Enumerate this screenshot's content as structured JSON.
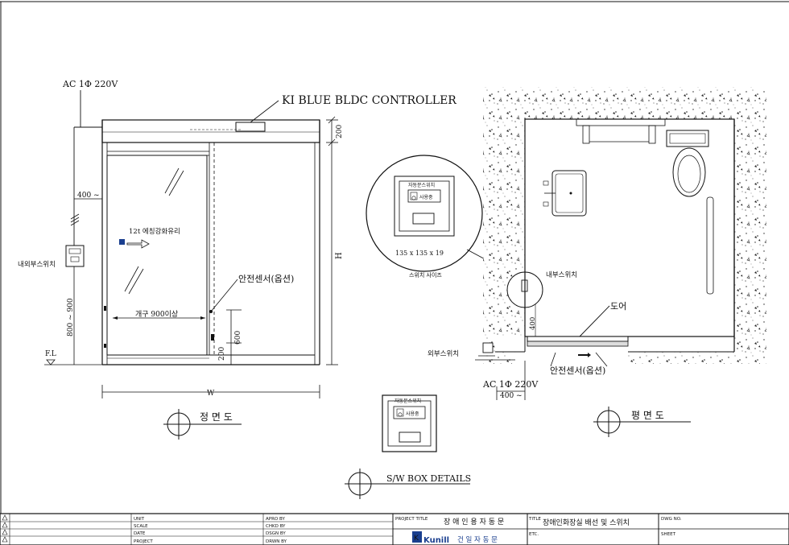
{
  "front": {
    "power_label": "AC 1Φ 220V",
    "controller_label": "KI BLUE BLDC CONTROLLER",
    "dim_top": "200",
    "dim_height": "H",
    "dim_side": "400 ~",
    "glass_label": "12t 에칭강화유리",
    "opening_label": "개구 900이상",
    "safety_sensor_label": "안전센서(옵션)",
    "dim_600": "600",
    "dim_200": "200",
    "dim_800_900": "800 ~ 900",
    "floor_label": "F.L",
    "width_label": "W",
    "external_switch_label": "내외부스위치",
    "view_title": "정 면 도"
  },
  "switch_detail": {
    "switch_title": "자동문스위치",
    "in_use_label": "사용중",
    "size_label": "135 x 135 x 19",
    "caption": "스위치 사이즈"
  },
  "plan": {
    "internal_switch_label": "내부스위치",
    "door_label": "도어",
    "dim_400_vertical": "400",
    "external_switch_label": "외부스위치",
    "safety_sensor_label": "안전센서(옵션)",
    "power_label": "AC 1Φ 220V",
    "dim_400": "400 ~",
    "view_title": "평 면 도"
  },
  "box_detail": {
    "switch_title": "자동문스위치",
    "in_use_label": "사용중",
    "view_title": "S/W BOX DETAILS"
  },
  "title_block": {
    "unit": "UNIT",
    "scale": "SCALE",
    "date": "DATE",
    "project": "PROJECT",
    "apro_by": "APRO BY",
    "chkd_by": "CHKD BY",
    "dsgn_by": "DSGN BY",
    "drwn_by": "DRWN BY",
    "project_title_label": "PROJECT TITLE",
    "project_title": "장 애 인 용 자 동 문",
    "title_label": "TITLE",
    "title": "장애인화장실 배선 및 스위치",
    "etc": "ETC.",
    "dwg_no": "DWG NO.",
    "sheet": "SHEET",
    "company_logo": "Kunill",
    "company_name": "건 일 자 동 문"
  }
}
